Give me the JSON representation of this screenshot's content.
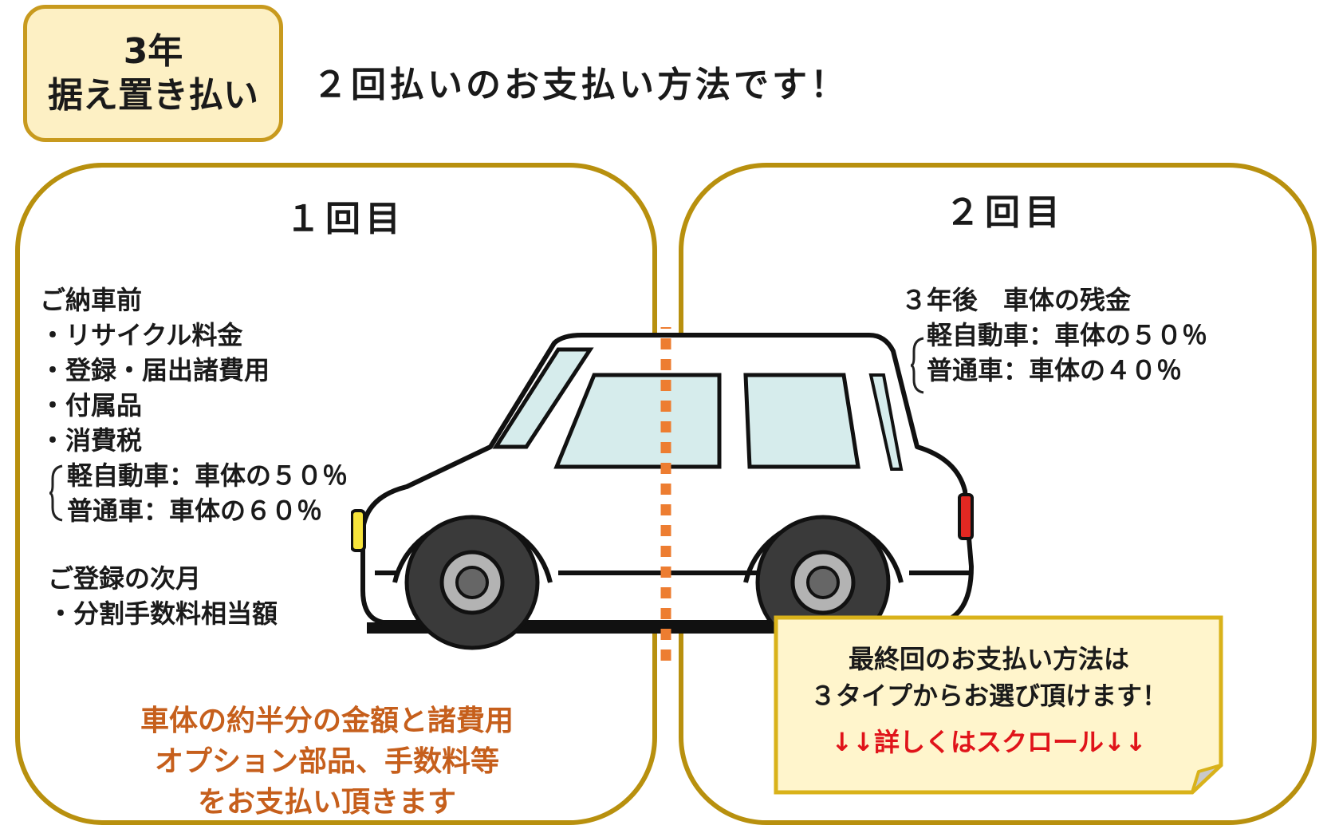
{
  "badge": {
    "line1": "3年",
    "line2": "据え置き払い"
  },
  "headline": "２回払いのお支払い方法です！",
  "panel1": {
    "title": "１回目",
    "section1_heading": "ご納車前",
    "items": [
      "・リサイクル料金",
      "・登録・届出諸費用",
      "・付属品",
      "・消費税"
    ],
    "bracket_lines": [
      "軽自動車：車体の５０％",
      "普通車：車体の６０％"
    ],
    "section2_heading": "ご登録の次月",
    "section2_item": "・分割手数料相当額",
    "summary_lines": [
      "車体の約半分の金額と諸費用",
      "オプション部品、手数料等",
      "をお支払い頂きます"
    ]
  },
  "panel2": {
    "title": "２回目",
    "heading": "３年後　車体の残金",
    "bracket_lines": [
      "軽自動車：車体の５０％",
      "普通車：車体の４０％"
    ]
  },
  "note": {
    "line1": "最終回のお支払い方法は",
    "line2": "３タイプからお選び頂けます！",
    "line3": "↓↓詳しくはスクロール↓↓"
  },
  "colors": {
    "panel_border": "#b8900e",
    "badge_fill": "#fdf0c4",
    "badge_border": "#c89a1e",
    "summary_text": "#c65f1c",
    "scroll_text": "#e0141a",
    "divider": "#ed7d31",
    "note_fill": "#fff5cc"
  }
}
